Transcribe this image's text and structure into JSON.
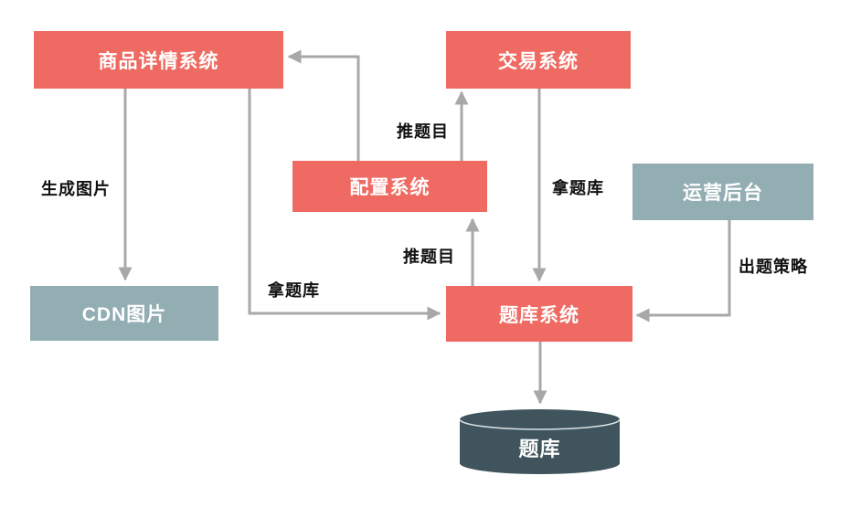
{
  "colors": {
    "node_red": "#EE6A62",
    "node_teal": "#93AEB3",
    "database": "#3F545C",
    "arrow": "#A8A8A8",
    "node_text": "#FFFFFF",
    "edge_label_text": "#111111",
    "background": "#FFFFFF"
  },
  "nodes": {
    "product_detail": {
      "label": "商品详情系统",
      "color": "red"
    },
    "trade": {
      "label": "交易系统",
      "color": "red"
    },
    "config": {
      "label": "配置系统",
      "color": "red"
    },
    "ops": {
      "label": "运营后台",
      "color": "teal"
    },
    "cdn": {
      "label": "CDN图片",
      "color": "teal"
    },
    "qbank_system": {
      "label": "题库系统",
      "color": "red"
    },
    "qbank_db": {
      "label": "题库",
      "color": "database"
    }
  },
  "edges": [
    {
      "from": "商品详情系统",
      "to": "CDN图片",
      "label": "生成图片"
    },
    {
      "from": "商品详情系统",
      "to": "题库系统",
      "label": "拿题库"
    },
    {
      "from": "配置系统",
      "to": "商品详情系统",
      "label": ""
    },
    {
      "from": "配置系统",
      "to": "交易系统",
      "label": "推题目"
    },
    {
      "from": "题库系统",
      "to": "配置系统",
      "label": "推题目"
    },
    {
      "from": "交易系统",
      "to": "题库系统",
      "label": "拿题库"
    },
    {
      "from": "运营后台",
      "to": "题库系统",
      "label": "出题策略"
    },
    {
      "from": "题库系统",
      "to": "题库",
      "label": ""
    }
  ]
}
